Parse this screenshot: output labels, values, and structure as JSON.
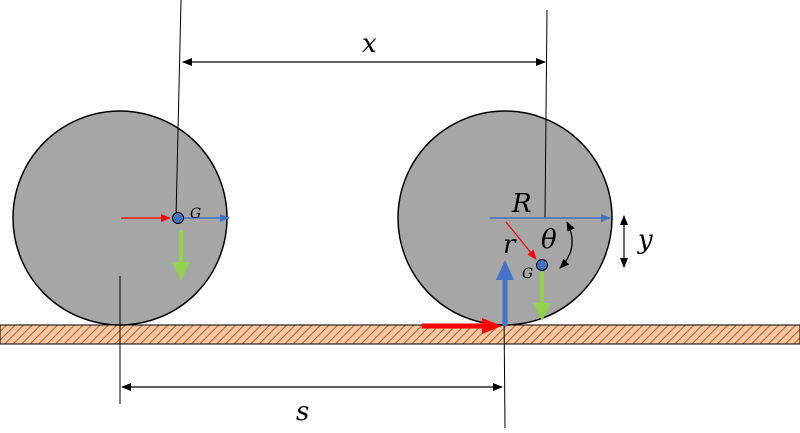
{
  "labels": {
    "x": "x",
    "s": "s",
    "R": "R",
    "r": "r",
    "theta": "θ",
    "y": "y",
    "G_left": "G",
    "G_right": "G"
  },
  "colors": {
    "disk_fill": "#a6a6a6",
    "disk_stroke": "#000000",
    "ground_fill": "#f2c9a8",
    "ground_hatch": "#c55a11",
    "force_red": "#ff0000",
    "force_blue": "#4472c4",
    "force_green": "#92d050",
    "center_dot": "#4472c4"
  }
}
